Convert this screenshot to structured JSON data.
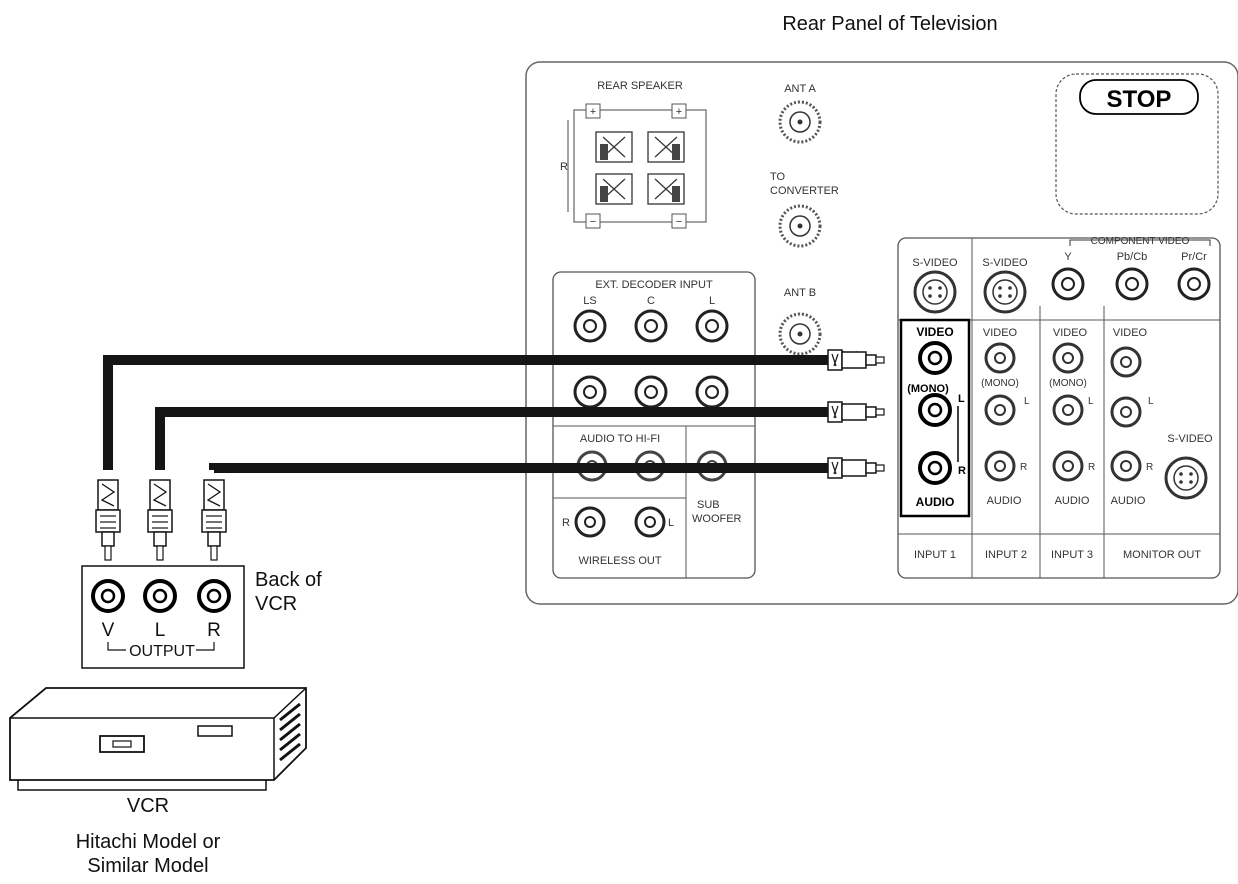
{
  "title": "Rear Panel of Television",
  "tv_panel": {
    "rear_speaker": {
      "label": "REAR SPEAKER",
      "sublabel": "",
      "plus": "+",
      "minus": "−",
      "side_r": "R",
      "side_l": ""
    },
    "antenna": {
      "ant_a": "ANT A",
      "to": "TO",
      "converter": "CONVERTER",
      "ant_b": "ANT B"
    },
    "stop_label": {
      "word": "STOP",
      "fine_print": [
        "",
        "",
        "",
        "",
        "",
        "",
        ""
      ]
    },
    "decoder": {
      "label": "EXT. DECODER INPUT",
      "top_jacks": [
        "LS",
        "C",
        "L"
      ],
      "bottom_jacks": [
        "",
        "",
        ""
      ],
      "audio_to_hifi": "AUDIO TO HI-FI",
      "sub": "SUB",
      "woofer": "WOOFER",
      "wireless_r": "R",
      "wireless_l": "L",
      "wireless_out": "WIRELESS OUT"
    },
    "input_panel": {
      "svideo": "S-VIDEO",
      "component": "COMPONENT VIDEO",
      "y": "Y",
      "pb": "Pb/Cb",
      "pr": "Pr/Cr",
      "video": "VIDEO",
      "mono": "(MONO)",
      "l": "L",
      "r": "R",
      "audio": "AUDIO",
      "columns": [
        "INPUT 1",
        "INPUT 2",
        "INPUT 3",
        "MONITOR OUT"
      ]
    }
  },
  "vcr_back": {
    "caption_line1": "Back of",
    "caption_line2": "VCR",
    "jacks": [
      "V",
      "L",
      "R"
    ],
    "output": "OUTPUT"
  },
  "vcr": {
    "label": "VCR",
    "model_line1": "Hitachi Model or",
    "model_line2": "Similar Model"
  },
  "colors": {
    "cable": "#151515",
    "panel_line": "#555555",
    "jack_fill": "#ffffff",
    "text": "#111111"
  }
}
